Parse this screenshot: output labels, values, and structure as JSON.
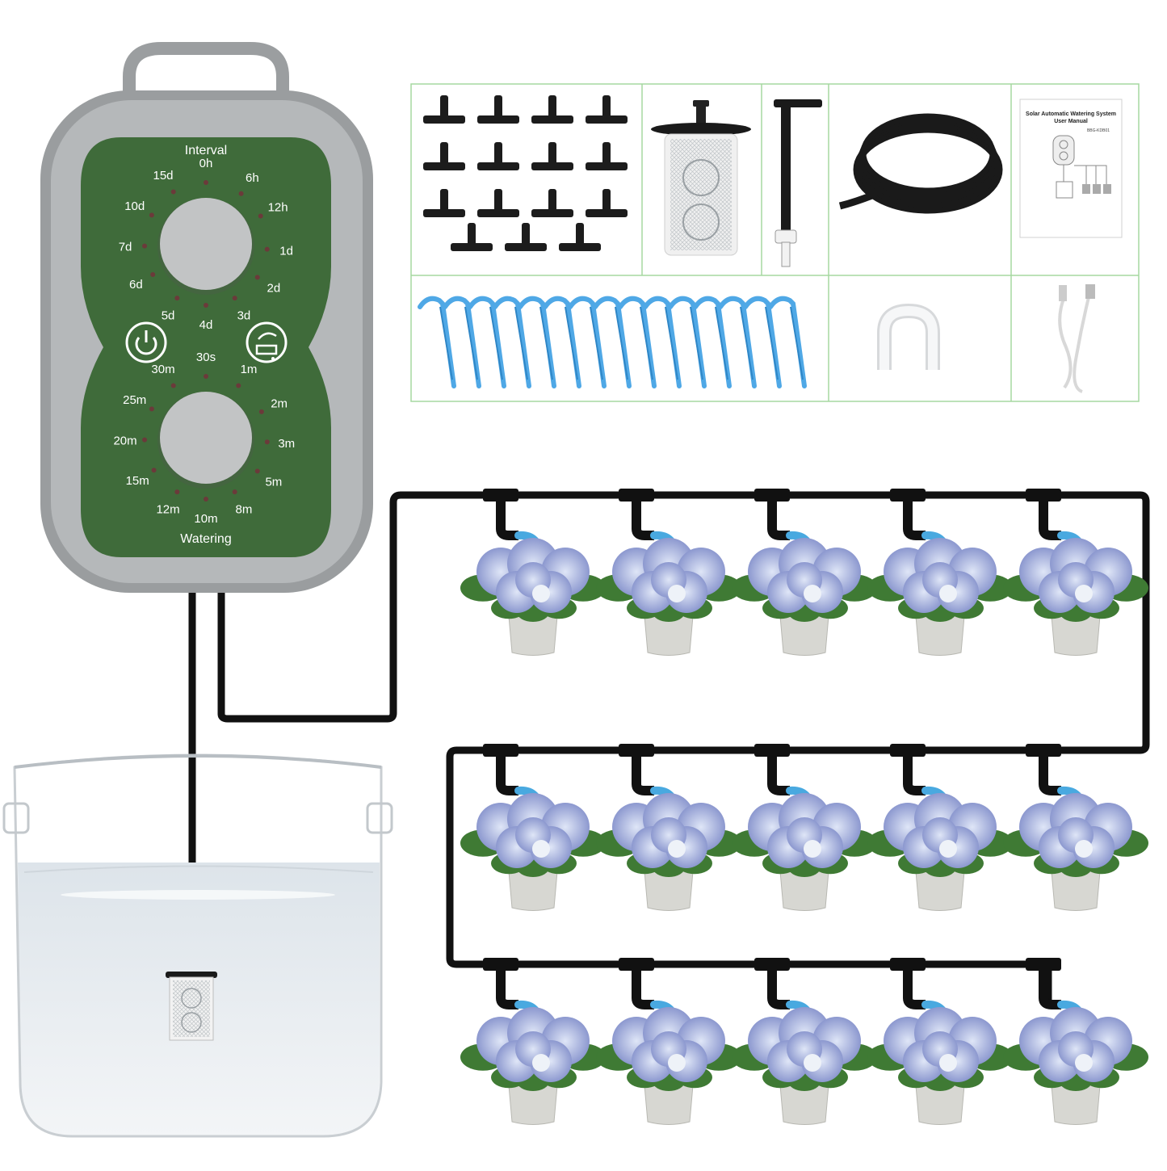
{
  "controller": {
    "interval_title": "Interval",
    "watering_title": "Watering",
    "interval_options": [
      "0h",
      "6h",
      "12h",
      "1d",
      "2d",
      "3d",
      "4d",
      "5d",
      "6d",
      "7d",
      "10d",
      "15d"
    ],
    "watering_options": [
      "30s",
      "1m",
      "2m",
      "3m",
      "5m",
      "8m",
      "10m",
      "12m",
      "15m",
      "20m",
      "25m",
      "30m"
    ],
    "power_icon": "power-icon",
    "manual_water_icon": "watering-can-icon",
    "colors": {
      "body": "#8f9394",
      "face": "#3f6b3a",
      "knob": "#b6b9ba"
    }
  },
  "kit": {
    "manual": {
      "title": "Solar Automatic Watering System",
      "subtitle": "User Manual",
      "code": "BBG-KDB01"
    },
    "tee_count": 15,
    "stake_count": 15,
    "items": [
      "tee-connectors",
      "water-filter",
      "pipe-connector",
      "black-hose",
      "user-manual",
      "drip-stakes",
      "hose-clip",
      "usb-cable"
    ]
  },
  "layout_info": {
    "plant_rows": 3,
    "plants_per_row": 5,
    "tube_colors": {
      "main": "#111111",
      "drip": "#49a9e0",
      "flower": "#9aa7d8",
      "leaf": "#3f7a34"
    }
  }
}
